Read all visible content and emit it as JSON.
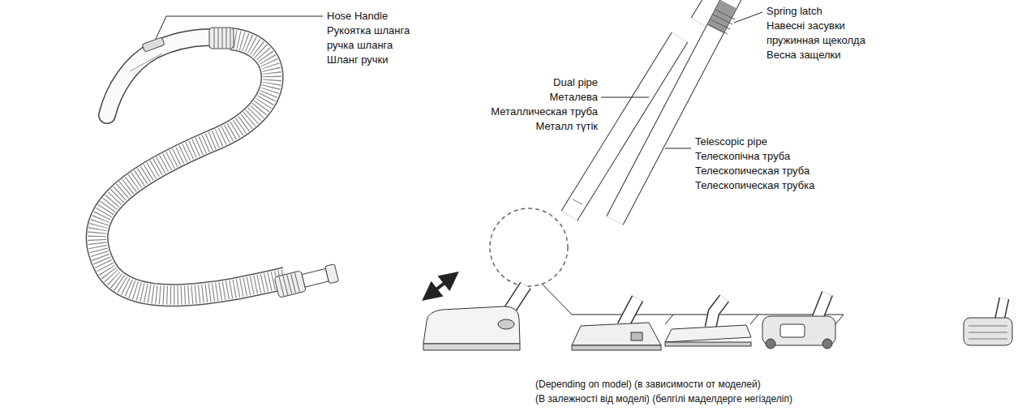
{
  "diagram": {
    "labels": [
      "Hose Handle",
      "Рукоятка шланга",
      "ручка шланга",
      "Шланг ручки",
      "Spring latch",
      "Навесні засувки",
      "пружинная щеколда",
      "Весна защелки",
      "Dual pipe",
      "Металева",
      "Металлическая труба",
      "Металл түтік",
      "Telescopic pipe",
      "Телескопічна труба",
      "Телескопическая труба",
      "Телескопическая трубка",
      "(Depending on model) (в зависимости от моделей)",
      "(В залежності від моделі) (белгілі маделдерге негізделіп)"
    ]
  }
}
